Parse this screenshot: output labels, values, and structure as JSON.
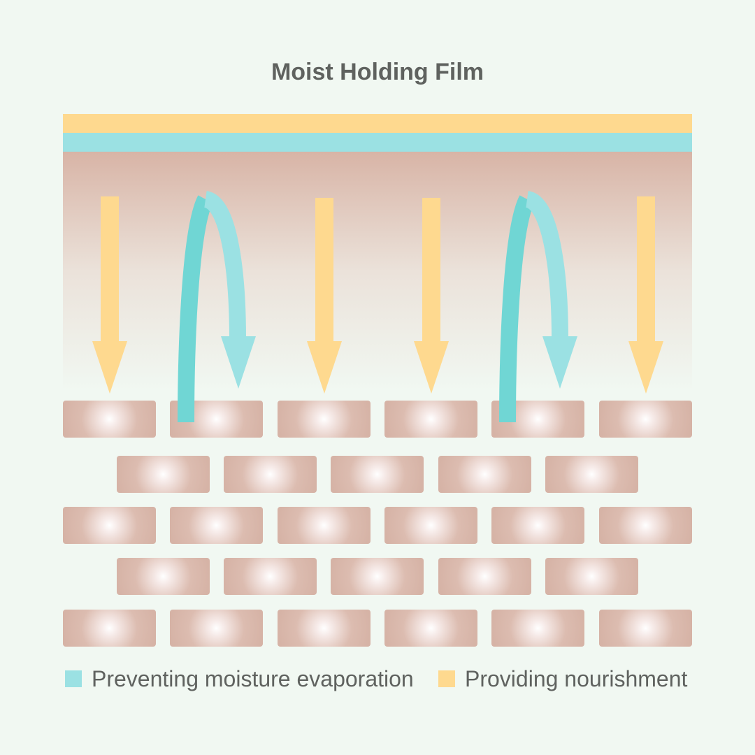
{
  "title": "Moist Holding Film",
  "colors": {
    "background": "#f1f8f2",
    "nourishment": "#fed98f",
    "moisture_light": "#9be1e3",
    "moisture_dark": "#70d6d4",
    "skin_tone": "#d8b4a6",
    "text": "#5f625f"
  },
  "legend": [
    {
      "label": "Preventing moisture evaporation",
      "color": "#9be1e3"
    },
    {
      "label": "Providing nourishment",
      "color": "#fed98f"
    }
  ]
}
